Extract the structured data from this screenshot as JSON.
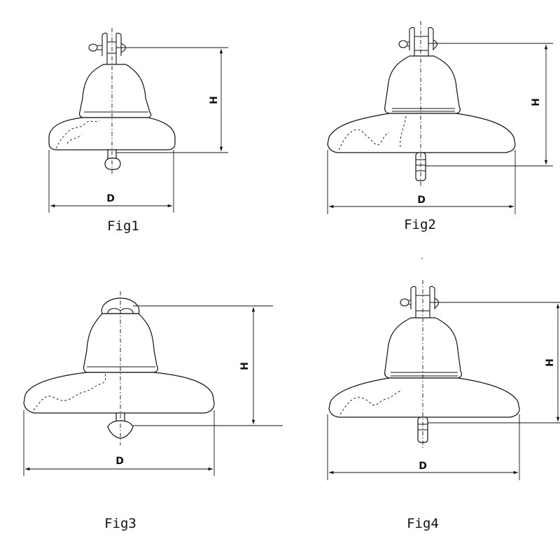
{
  "figures": [
    {
      "caption": "Fig1",
      "height_label": "H",
      "diameter_label": "D"
    },
    {
      "caption": "Fig2",
      "height_label": "H",
      "diameter_label": "D"
    },
    {
      "caption": "Fig3",
      "height_label": "H",
      "diameter_label": "D"
    },
    {
      "caption": "Fig4",
      "height_label": "H",
      "diameter_label": "D"
    }
  ],
  "colors": {
    "line": "#111111",
    "background": "#ffffff"
  }
}
